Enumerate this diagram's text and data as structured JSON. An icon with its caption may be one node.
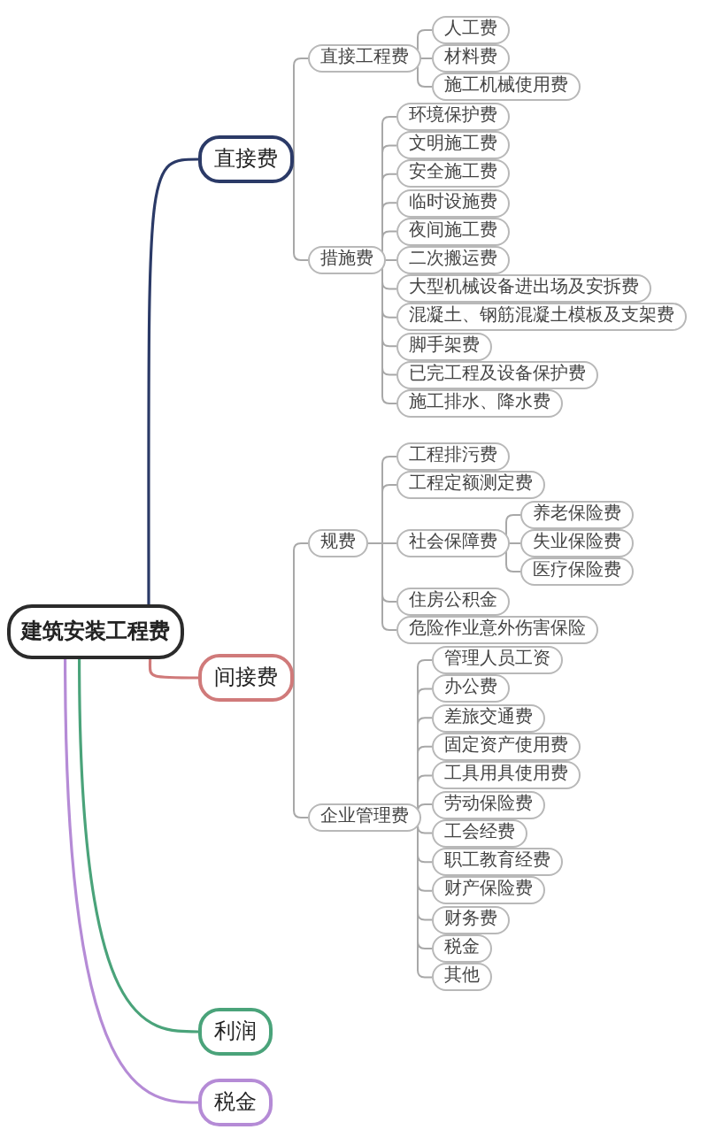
{
  "diagram": {
    "nodes": [
      {
        "text": [
          "建筑安装工程费"
        ]
      },
      {
        "text": [
          "直接费"
        ]
      },
      {
        "text": [
          "直接工程费"
        ]
      },
      {
        "text": [
          "人工费"
        ]
      },
      {
        "text": [
          "材料费"
        ]
      },
      {
        "text": [
          "施工机械使用费"
        ]
      },
      {
        "text": [
          "措施费"
        ]
      },
      {
        "text": [
          "环境保护费"
        ]
      },
      {
        "text": [
          "文明施工费"
        ]
      },
      {
        "text": [
          "安全施工费"
        ]
      },
      {
        "text": [
          "临时设施费"
        ]
      },
      {
        "text": [
          "夜间施工费"
        ]
      },
      {
        "text": [
          "二次搬运费"
        ]
      },
      {
        "text": [
          "大型机械设备进出场及安拆费"
        ]
      },
      {
        "text": [
          "混凝土、钢筋混凝土模板及支架费"
        ]
      },
      {
        "text": [
          "脚手架费"
        ]
      },
      {
        "text": [
          "已完工程及设备保护费"
        ]
      },
      {
        "text": [
          "施工排水、降水费"
        ]
      },
      {
        "text": [
          "间接费"
        ]
      },
      {
        "text": [
          "规费"
        ]
      },
      {
        "text": [
          "工程排污费"
        ]
      },
      {
        "text": [
          "工程定额测定费"
        ]
      },
      {
        "text": [
          "社会保障费"
        ]
      },
      {
        "text": [
          "养老保险费"
        ]
      },
      {
        "text": [
          "失业保险费"
        ]
      },
      {
        "text": [
          "医疗保险费"
        ]
      },
      {
        "text": [
          "住房公积金"
        ]
      },
      {
        "text": [
          "危险作业意外伤害保险"
        ]
      },
      {
        "text": [
          "企业管理费"
        ]
      },
      {
        "text": [
          "管理人员工资"
        ]
      },
      {
        "text": [
          "办公费"
        ]
      },
      {
        "text": [
          "差旅交通费"
        ]
      },
      {
        "text": [
          "固定资产使用费"
        ]
      },
      {
        "text": [
          "工具用具使用费"
        ]
      },
      {
        "text": [
          "劳动保险费"
        ]
      },
      {
        "text": [
          "工会经费"
        ]
      },
      {
        "text": [
          "职工教育经费"
        ]
      },
      {
        "text": [
          "财产保险费"
        ]
      },
      {
        "text": [
          "财务费"
        ]
      },
      {
        "text": [
          "税金"
        ]
      },
      {
        "text": [
          "其他"
        ]
      },
      {
        "text": [
          "利润"
        ]
      },
      {
        "text": [
          "税金"
        ]
      }
    ],
    "edges": [
      {
        "from": 0,
        "to": 1,
        "arrow": "none",
        "color": "#2b3a67"
      },
      {
        "from": 1,
        "to": 2,
        "arrow": "none"
      },
      {
        "from": 2,
        "to": 3,
        "arrow": "none"
      },
      {
        "from": 2,
        "to": 4,
        "arrow": "none"
      },
      {
        "from": 2,
        "to": 5,
        "arrow": "none"
      },
      {
        "from": 1,
        "to": 6,
        "arrow": "none"
      },
      {
        "from": 6,
        "to": 7,
        "arrow": "none"
      },
      {
        "from": 6,
        "to": 8,
        "arrow": "none"
      },
      {
        "from": 6,
        "to": 9,
        "arrow": "none"
      },
      {
        "from": 6,
        "to": 10,
        "arrow": "none"
      },
      {
        "from": 6,
        "to": 11,
        "arrow": "none"
      },
      {
        "from": 6,
        "to": 12,
        "arrow": "none"
      },
      {
        "from": 6,
        "to": 13,
        "arrow": "none"
      },
      {
        "from": 6,
        "to": 14,
        "arrow": "none"
      },
      {
        "from": 6,
        "to": 15,
        "arrow": "none"
      },
      {
        "from": 6,
        "to": 16,
        "arrow": "none"
      },
      {
        "from": 6,
        "to": 17,
        "arrow": "none"
      },
      {
        "from": 0,
        "to": 18,
        "arrow": "none",
        "color": "#d07a7a"
      },
      {
        "from": 18,
        "to": 19,
        "arrow": "none"
      },
      {
        "from": 19,
        "to": 20,
        "arrow": "none"
      },
      {
        "from": 19,
        "to": 21,
        "arrow": "none"
      },
      {
        "from": 19,
        "to": 22,
        "arrow": "none"
      },
      {
        "from": 22,
        "to": 23,
        "arrow": "none"
      },
      {
        "from": 22,
        "to": 24,
        "arrow": "none"
      },
      {
        "from": 22,
        "to": 25,
        "arrow": "none"
      },
      {
        "from": 19,
        "to": 26,
        "arrow": "none"
      },
      {
        "from": 19,
        "to": 27,
        "arrow": "none"
      },
      {
        "from": 18,
        "to": 28,
        "arrow": "none"
      },
      {
        "from": 28,
        "to": 29,
        "arrow": "none"
      },
      {
        "from": 28,
        "to": 30,
        "arrow": "none"
      },
      {
        "from": 28,
        "to": 31,
        "arrow": "none"
      },
      {
        "from": 28,
        "to": 32,
        "arrow": "none"
      },
      {
        "from": 28,
        "to": 33,
        "arrow": "none"
      },
      {
        "from": 28,
        "to": 34,
        "arrow": "none"
      },
      {
        "from": 28,
        "to": 35,
        "arrow": "none"
      },
      {
        "from": 28,
        "to": 36,
        "arrow": "none"
      },
      {
        "from": 28,
        "to": 37,
        "arrow": "none"
      },
      {
        "from": 28,
        "to": 38,
        "arrow": "none"
      },
      {
        "from": 28,
        "to": 39,
        "arrow": "none"
      },
      {
        "from": 28,
        "to": 40,
        "arrow": "none"
      },
      {
        "from": 0,
        "to": 41,
        "arrow": "none",
        "color": "#4aa37a"
      },
      {
        "from": 0,
        "to": 42,
        "arrow": "none",
        "color": "#b58bd6"
      }
    ]
  }
}
